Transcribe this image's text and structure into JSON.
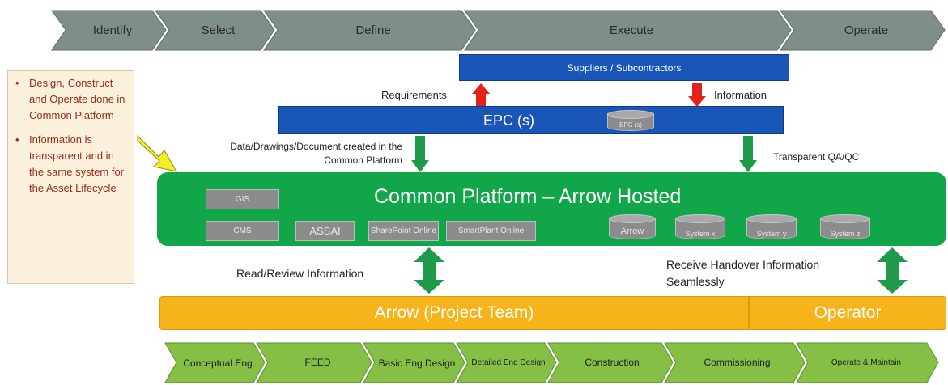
{
  "phases": [
    "Identify",
    "Select",
    "Define",
    "Execute",
    "Operate"
  ],
  "suppliers_label": "Suppliers / Subcontractors",
  "epc_label": "EPC (s)",
  "epc_db_label": "EPC (s)",
  "requirements_label": "Requirements",
  "information_label": "Information",
  "data_created_label": "Data/Drawings/Document created in the Common Platform",
  "qaqc_label": "Transparent QA/QC",
  "platform": {
    "title": "Common Platform – Arrow Hosted",
    "boxes": [
      "GIS",
      "CMS",
      "ASSAI",
      "SharePoint Online",
      "SmartPlant Online"
    ],
    "databases": [
      "Arrow",
      "System x",
      "System y",
      "System z"
    ]
  },
  "callout": [
    "Design, Construct and Operate done in Common Platform",
    "Information is transparent and in the same system for the Asset Lifecycle"
  ],
  "read_review_label": "Read/Review Information",
  "handover_label": "Receive Handover Information Seamlessly",
  "project_team_label": "Arrow (Project Team)",
  "operator_label": "Operator",
  "stages": [
    "Conceptual Eng",
    "FEED",
    "Basic Eng Design",
    "Detailed Eng Design",
    "Construction",
    "Commissioning",
    "Operate & Maintain"
  ],
  "colors": {
    "phase_chevron": "#7d8f86",
    "blue": "#1a56b8",
    "green": "#12a64a",
    "orange": "#f6b31a",
    "stage_chevron": "#86bf46",
    "callout_text": "#9c2b1c",
    "callout_bg": "#fbf0dc"
  }
}
